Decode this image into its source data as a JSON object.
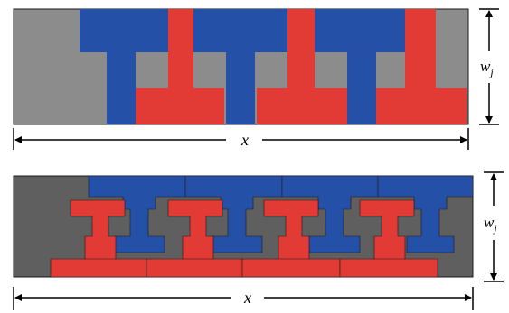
{
  "labels": {
    "top_width": "w",
    "top_width_sub": "j",
    "top_length": "x",
    "bottom_width": "w",
    "bottom_width_sub": "j",
    "bottom_length": "x"
  },
  "colors": {
    "background_light_gray": "#8c8c8c",
    "background_dark_gray": "#5f5f5f",
    "blue": "#2550a8",
    "red": "#e23a35",
    "outline": "#1a1a1a",
    "arrow": "#000000"
  }
}
